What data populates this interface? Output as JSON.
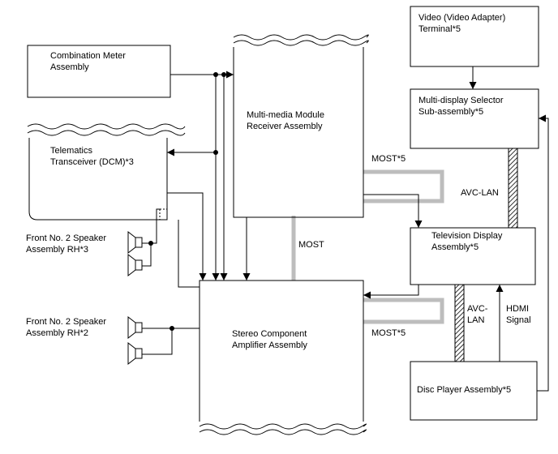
{
  "blocks": {
    "combination_meter": {
      "line1": "Combination Meter",
      "line2": "Assembly"
    },
    "telematics": {
      "line1": "Telematics",
      "line2": "Transceiver (DCM)*3"
    },
    "multimedia_module": {
      "line1": "Multi-media Module",
      "line2": "Receiver Assembly"
    },
    "video_terminal": {
      "line1": "Video (Video Adapter)",
      "line2": "Terminal*5"
    },
    "display_selector": {
      "line1": "Multi-display Selector",
      "line2": "Sub-assembly*5"
    },
    "television_display": {
      "line1": "Television Display",
      "line2": "Assembly*5"
    },
    "stereo_amplifier": {
      "line1": "Stereo Component",
      "line2": "Amplifier Assembly"
    },
    "disc_player": {
      "line1": "Disc Player Assembly*5"
    },
    "speaker_rh3": {
      "line1": "Front No. 2 Speaker",
      "line2": "Assembly RH*3"
    },
    "speaker_rh2": {
      "line1": "Front No. 2 Speaker",
      "line2": "Assembly RH*2"
    }
  },
  "labels": {
    "most_top": "MOST*5",
    "most_bottom": "MOST*5",
    "most_center": "MOST",
    "avc_lan_upper": "AVC-LAN",
    "avc_lan_lower_1": "AVC-",
    "avc_lan_lower_2": "LAN",
    "hdmi_1": "HDMI",
    "hdmi_2": "Signal"
  },
  "colors": {
    "line": "#000000",
    "most_bus": "#bdbdbd",
    "hatch": "#000000"
  }
}
